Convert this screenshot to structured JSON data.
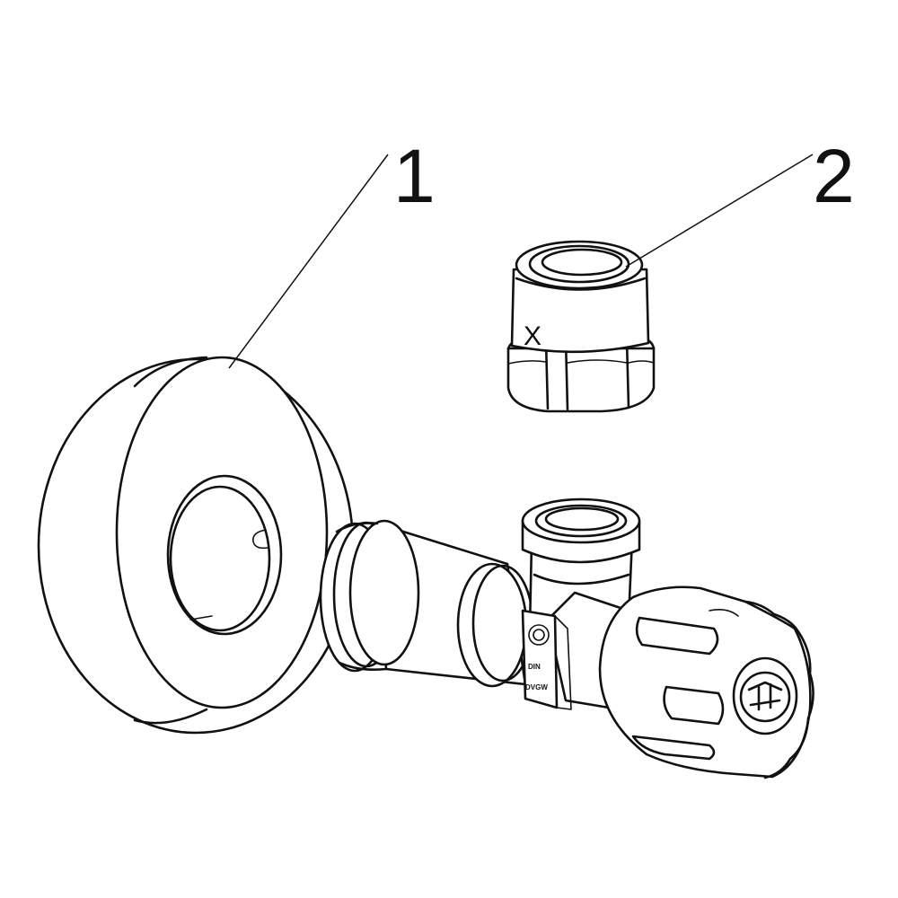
{
  "callouts": {
    "part1": "1",
    "part2": "2"
  },
  "nut": {
    "mark": "X"
  },
  "valve": {
    "label_line1": "DIN",
    "label_line2": "DVGW"
  },
  "icons": {
    "handle_symbol": "tap-logo-icon",
    "label_symbol": "certification-mark-icon"
  },
  "colors": {
    "line": "#111111",
    "background": "#ffffff"
  }
}
